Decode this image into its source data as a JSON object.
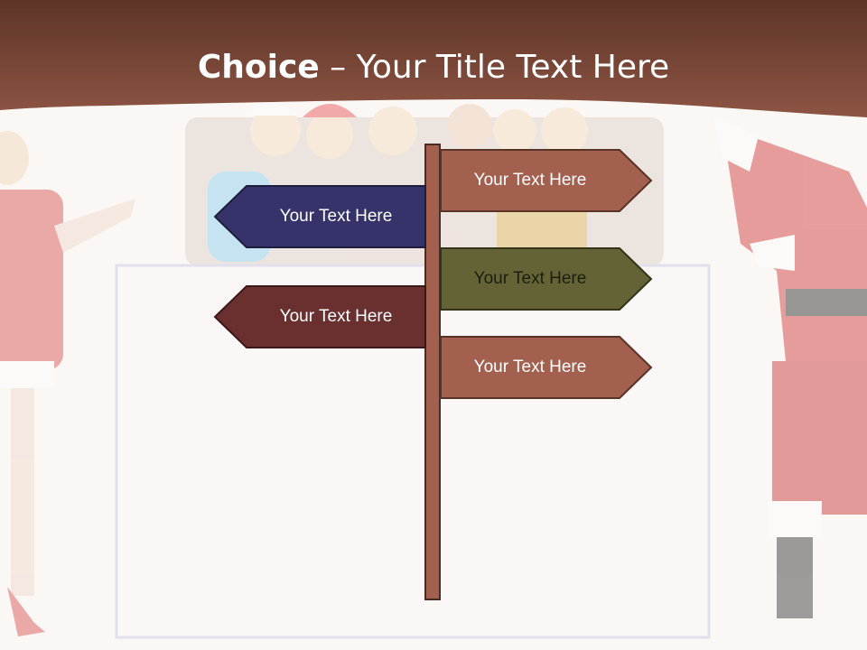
{
  "title": {
    "strong": "Choice",
    "dash": " – ",
    "rest": "Your Title Text Here"
  },
  "signs": [
    {
      "label": "Your Text Here",
      "direction": "right",
      "color": "#a3604f"
    },
    {
      "label": "Your Text Here",
      "direction": "left",
      "color": "#35336a"
    },
    {
      "label": "Your Text Here",
      "direction": "right",
      "color": "#646335"
    },
    {
      "label": "Your Text Here",
      "direction": "left",
      "color": "#6a2f2f"
    },
    {
      "label": "Your Text Here",
      "direction": "right",
      "color": "#a3604f"
    }
  ],
  "colors": {
    "header": "#7a4536",
    "post": "#a3604f",
    "frame": "#e3e2ee"
  }
}
